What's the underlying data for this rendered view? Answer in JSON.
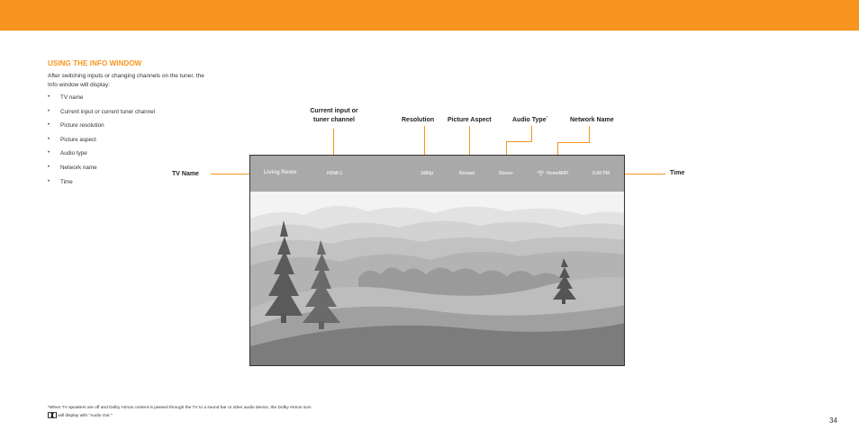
{
  "section": {
    "title": "USING THE INFO WINDOW",
    "intro": "After switching inputs or changing channels on the tuner, the Info window will display:",
    "bullets": [
      "TV name",
      "Current input or current tuner channel",
      "Picture resolution",
      "Picture aspect",
      "Audio type",
      "Network name",
      "Time"
    ]
  },
  "callouts": {
    "tv_name": "TV Name",
    "current_input_1": "Current input or",
    "current_input_2": "tuner channel",
    "resolution": "Resolution",
    "picture_aspect": "Picture Aspect",
    "audio_type": "Audio Type`",
    "network_name": "Network Name",
    "time": "Time"
  },
  "info_bar": {
    "tv_name": "Living Room",
    "input": "HDMI-1",
    "resolution": "1080p",
    "aspect": "Normal",
    "audio": "Stereo",
    "network": "HomeWiFi",
    "time": "5:00 PM"
  },
  "footnote": {
    "part1": "*When TV speakers are off and Dolby Atmos content is passed through the TV to a sound bar or other audio device, the Dolby Atmos icon",
    "part2": "will display with \"Audio Out.\""
  },
  "page_number": "34",
  "icons": {
    "wifi": "wifi-icon",
    "atmos": "dolby-atmos-icon"
  },
  "colors": {
    "accent": "#f7941d",
    "info_bar": "#a9a9a9"
  }
}
